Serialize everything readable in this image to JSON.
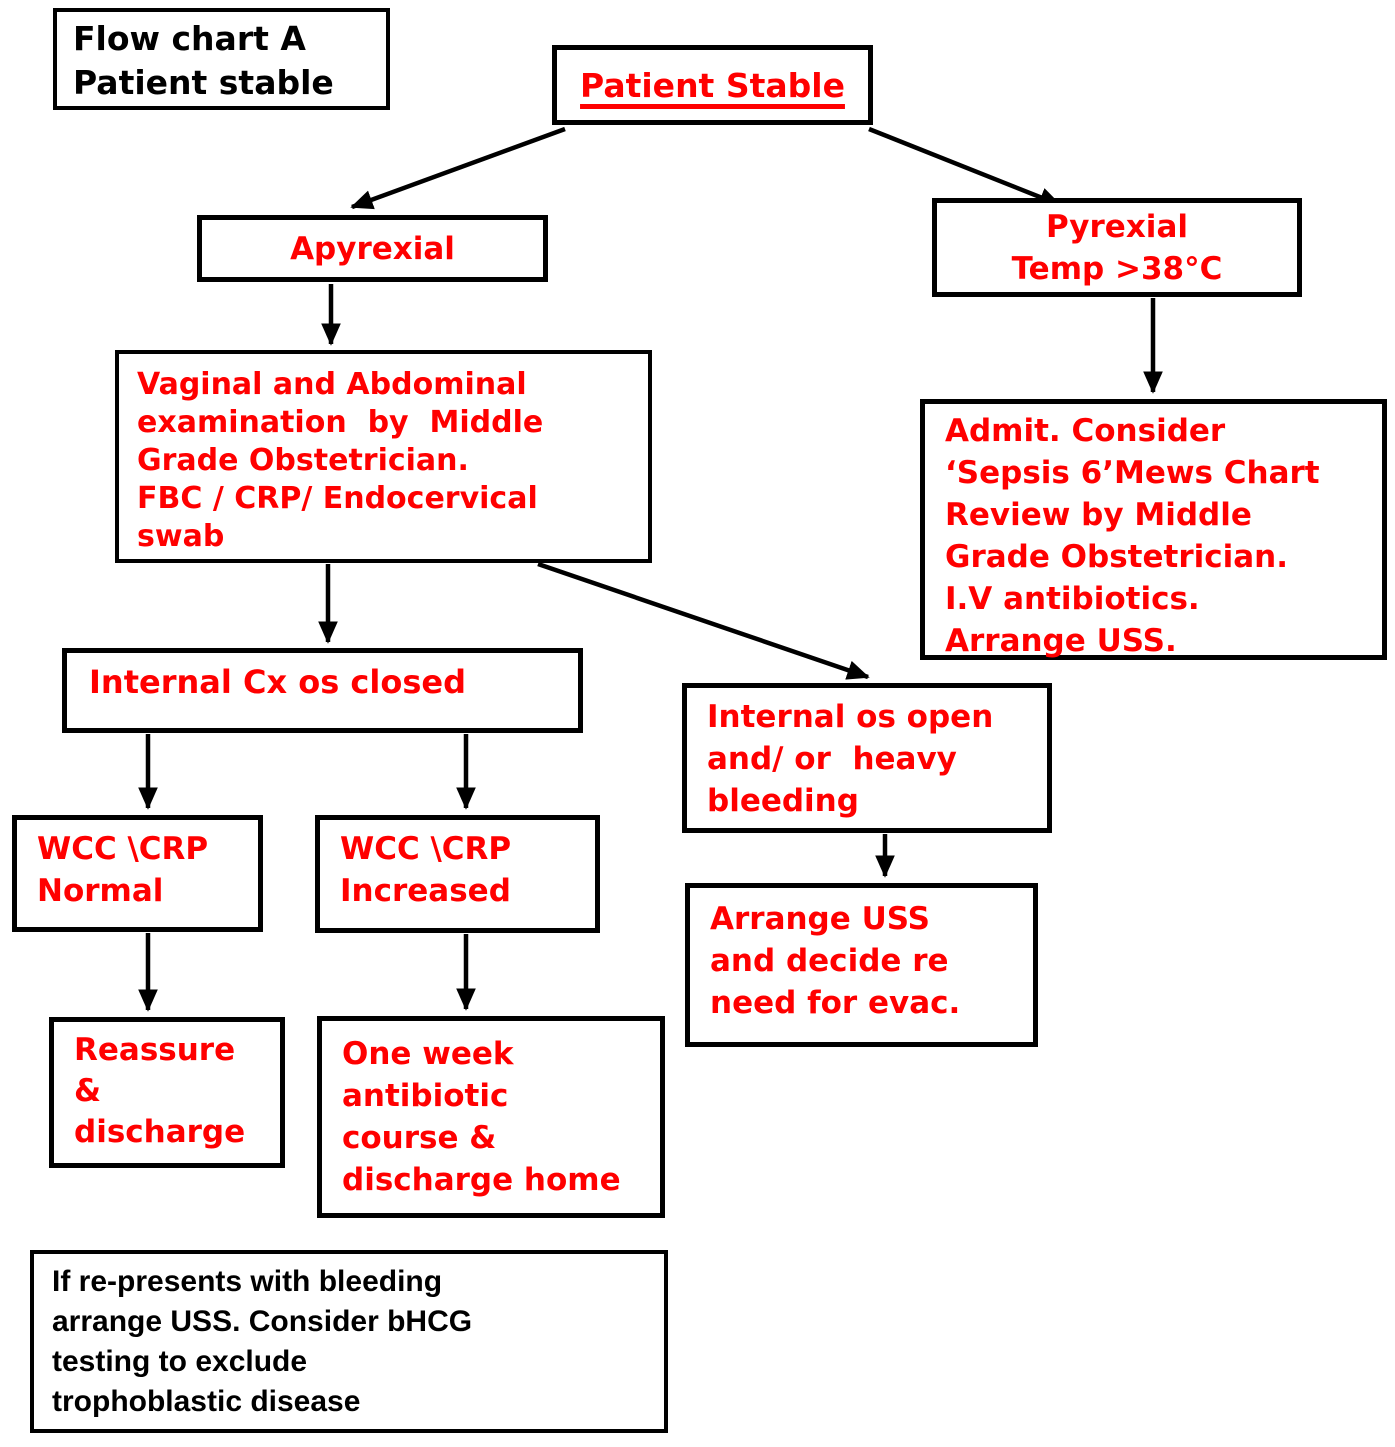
{
  "colors": {
    "node_text": "#ff0000",
    "note_text": "#000000",
    "border": "#000000",
    "background": "#ffffff"
  },
  "nodes": {
    "flow_title": {
      "text": "Flow chart A\nPatient stable"
    },
    "patient_stable": {
      "text": "Patient Stable"
    },
    "apyrexial": {
      "text": "Apyrexial"
    },
    "pyrexial": {
      "text": "Pyrexial\nTemp >38°C"
    },
    "vaginal_exam": {
      "text": "Vaginal and Abdominal\nexamination  by  Middle\nGrade Obstetrician.\nFBC / CRP/ Endocervical\nswab"
    },
    "admit": {
      "text": "Admit. Consider\n‘Sepsis 6’Mews Chart\nReview by Middle\nGrade Obstetrician.\nI.V antibiotics.\nArrange USS."
    },
    "internal_closed": {
      "text": "Internal Cx os closed"
    },
    "internal_open": {
      "text": "Internal os open\nand/ or  heavy\nbleeding"
    },
    "wcc_normal": {
      "text": "WCC \\CRP\nNormal"
    },
    "wcc_increased": {
      "text": "WCC \\CRP\nIncreased"
    },
    "arrange_uss": {
      "text": "Arrange USS\nand decide re\nneed for evac."
    },
    "reassure": {
      "text": "Reassure\n&\ndischarge"
    },
    "one_week": {
      "text": "One week\nantibiotic\ncourse &\ndischarge home"
    },
    "represent_note": {
      "text": "If re-presents with bleeding\narrange USS. Consider bHCG\ntesting to exclude\ntrophoblastic disease"
    }
  },
  "edges": [
    {
      "from": "patient_stable",
      "to": "apyrexial"
    },
    {
      "from": "patient_stable",
      "to": "pyrexial"
    },
    {
      "from": "apyrexial",
      "to": "vaginal_exam"
    },
    {
      "from": "pyrexial",
      "to": "admit"
    },
    {
      "from": "vaginal_exam",
      "to": "internal_closed"
    },
    {
      "from": "vaginal_exam",
      "to": "internal_open"
    },
    {
      "from": "internal_closed",
      "to": "wcc_normal"
    },
    {
      "from": "internal_closed",
      "to": "wcc_increased"
    },
    {
      "from": "internal_open",
      "to": "arrange_uss"
    },
    {
      "from": "wcc_normal",
      "to": "reassure"
    },
    {
      "from": "wcc_increased",
      "to": "one_week"
    }
  ]
}
